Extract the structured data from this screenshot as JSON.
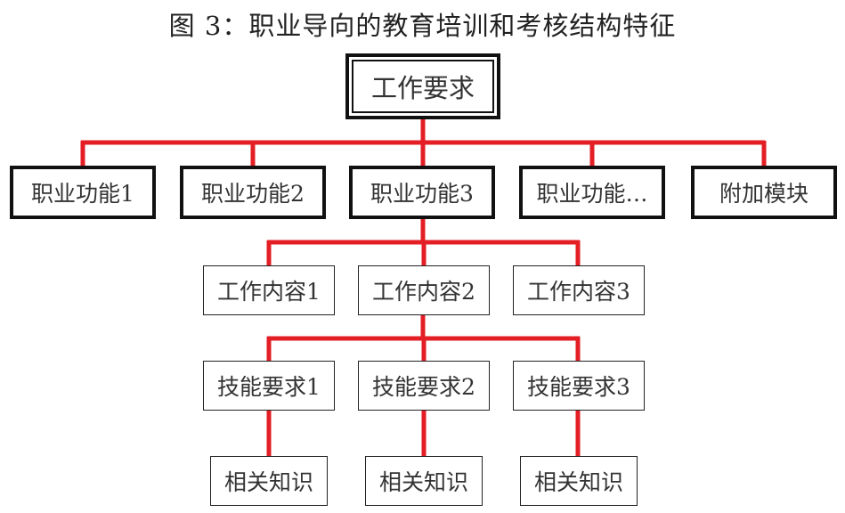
{
  "title": "图 3：职业导向的教育培训和考核结构特征",
  "colors": {
    "connector": "#e31e24",
    "box_border": "#111111"
  },
  "root": {
    "label": "工作要求"
  },
  "functions": [
    {
      "label": "职业功能1"
    },
    {
      "label": "职业功能2"
    },
    {
      "label": "职业功能3"
    },
    {
      "label": "职业功能…"
    },
    {
      "label": "附加模块"
    }
  ],
  "work_contents": [
    {
      "label": "工作内容1"
    },
    {
      "label": "工作内容2"
    },
    {
      "label": "工作内容3"
    }
  ],
  "skills": [
    {
      "label": "技能要求1"
    },
    {
      "label": "技能要求2"
    },
    {
      "label": "技能要求3"
    }
  ],
  "knowledge": [
    {
      "label": "相关知识"
    },
    {
      "label": "相关知识"
    },
    {
      "label": "相关知识"
    }
  ]
}
